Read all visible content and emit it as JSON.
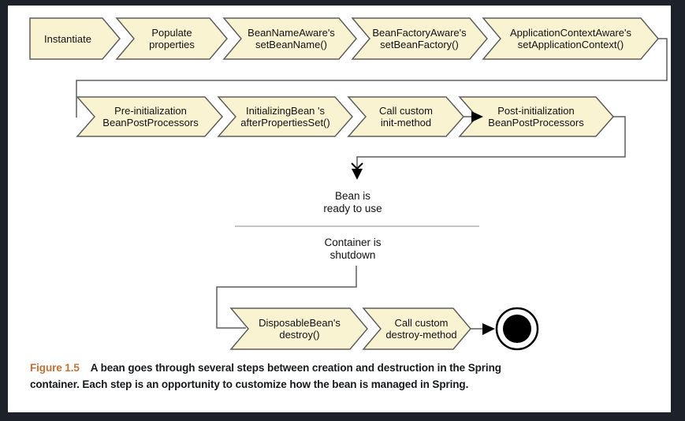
{
  "colors": {
    "frame": "#1d222a",
    "page": "#ffffff",
    "chevron_fill": "#faf3d2",
    "chevron_stroke": "#5e5e5e",
    "figure_label": "#c3713c",
    "arrow": "#000000"
  },
  "diagram": {
    "row1": [
      "Instantiate",
      "Populate\nproperties",
      "BeanNameAware's\nsetBeanName()",
      "BeanFactoryAware's\nsetBeanFactory()",
      "ApplicationContextAware's\nsetApplicationContext()"
    ],
    "row2": [
      "Pre-initialization\nBeanPostProcessors",
      "InitializingBean 's\nafterPropertiesSet()",
      "Call custom\ninit-method",
      "Post-initialization\nBeanPostProcessors"
    ],
    "notes": {
      "ready": "Bean is\nready to use",
      "shutdown": "Container is\nshutdown"
    },
    "row3": [
      "DisposableBean's\ndestroy()",
      "Call custom\ndestroy-method"
    ]
  },
  "caption": {
    "label": "Figure 1.5",
    "line1": "A bean goes through several steps between creation and destruction in the Spring",
    "line2": "container. Each step is an opportunity to customize how the bean is managed in Spring."
  }
}
